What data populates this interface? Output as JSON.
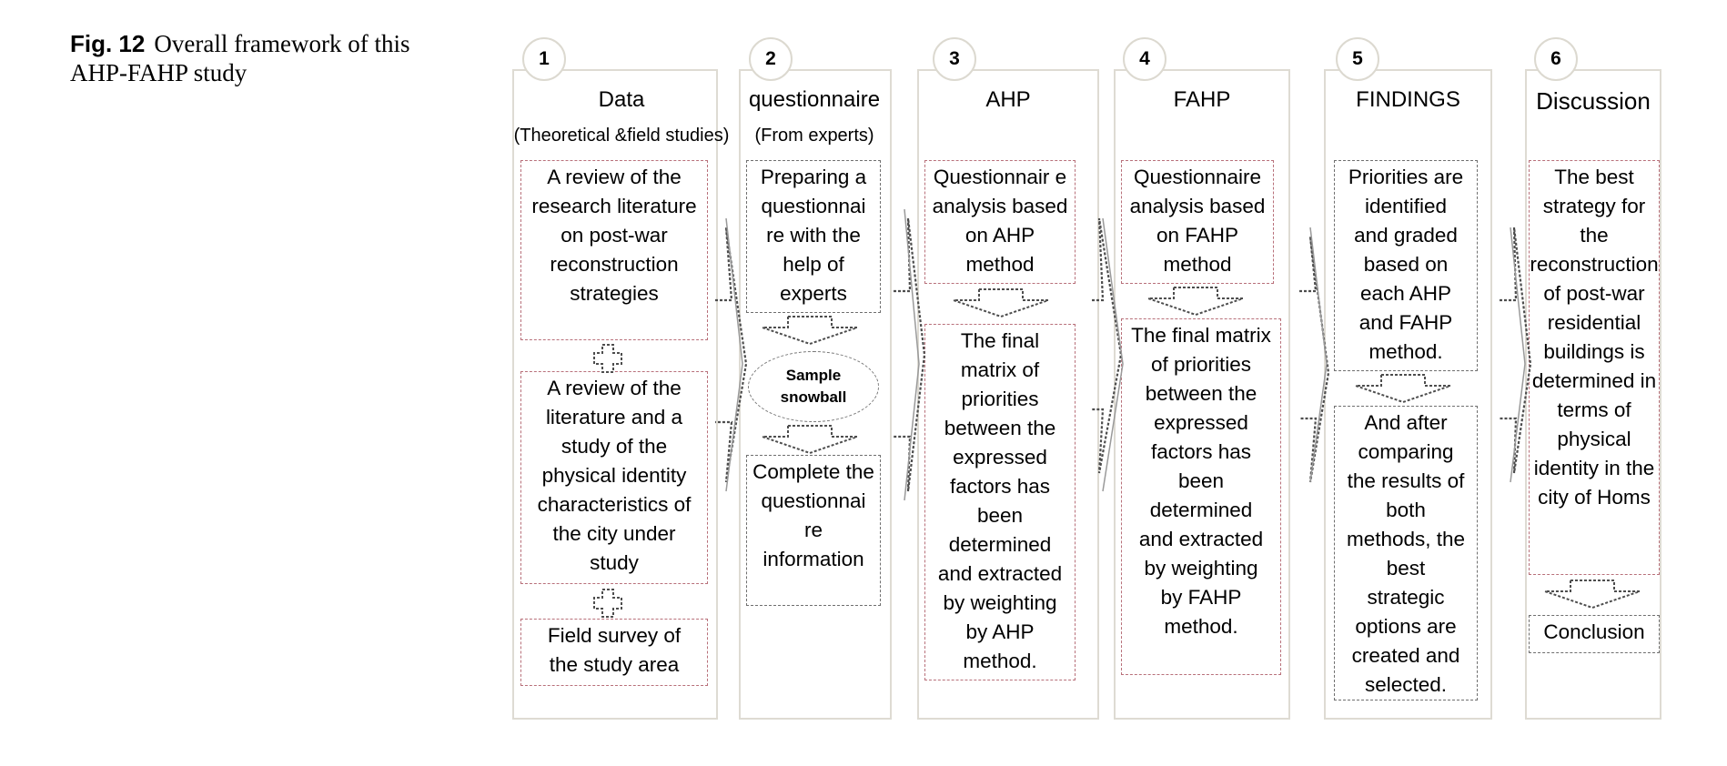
{
  "caption": {
    "figure_label": "Fig. 12",
    "text": "Overall framework of this AHP-FAHP study"
  },
  "columns": [
    {
      "number": "1",
      "title": "Data",
      "subtitle": "(Theoretical &field studies)",
      "boxes": [
        "A review of the research literature on post-war reconstruction strategies",
        "A review of the literature and a study of the physical identity characteristics of the city under study",
        "Field survey of the study area"
      ]
    },
    {
      "number": "2",
      "title": "questionnaire",
      "subtitle": "(From experts)",
      "boxes": [
        "Preparing a questionnai re with the help of experts",
        "Complete the questionnai re information"
      ],
      "ellipse": "Sample snowball"
    },
    {
      "number": "3",
      "title": "AHP",
      "boxes": [
        "Questionnair e analysis based on AHP method",
        "The final matrix of priorities between the expressed factors has been determined and extracted by weighting by AHP method."
      ]
    },
    {
      "number": "4",
      "title": "FAHP",
      "boxes": [
        "Questionnaire analysis based on FAHP method",
        "The final matrix of priorities between the expressed factors has been determined and extracted by weighting by FAHP method."
      ]
    },
    {
      "number": "5",
      "title": "FINDINGS",
      "boxes": [
        "Priorities are identified and graded based on each AHP and FAHP method.",
        "And after comparing the results of both methods, the best strategic options are created and selected."
      ]
    },
    {
      "number": "6",
      "title": "Discussion",
      "boxes": [
        "The best strategy for the reconstruction of post-war residential buildings is determined in terms of physical identity in the city of Homs",
        "Conclusion"
      ]
    }
  ]
}
